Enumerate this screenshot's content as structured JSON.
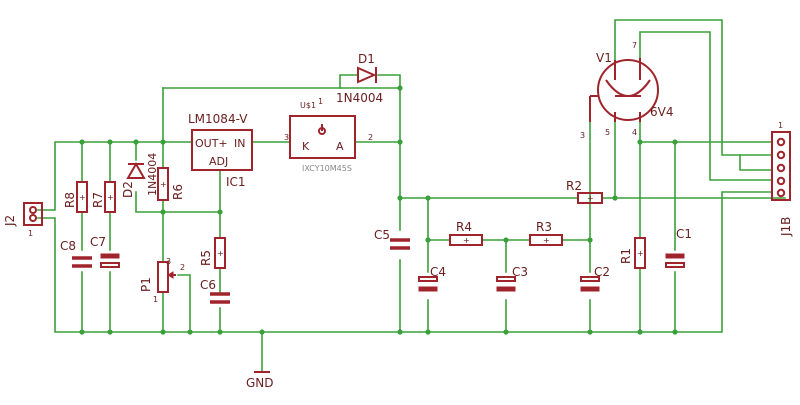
{
  "components": {
    "J2": "J2",
    "R8": "R8",
    "R7": "R7",
    "C8": "C8",
    "C7": "C7",
    "D2": "D2",
    "D2_value": "1N4004",
    "R6": "R6",
    "P1": "P1",
    "IC1": "IC1",
    "IC1_value": "LM1084-V",
    "IC1_pin_out": "OUT+",
    "IC1_pin_in": "IN",
    "IC1_pin_adj": "ADJ",
    "R5": "R5",
    "C6": "C6",
    "U1": "U$1",
    "U1_value": "IXCY10M45S",
    "U1_pin_k": "K",
    "U1_pin_a": "A",
    "D1": "D1",
    "D1_value": "1N4004",
    "C5": "C5",
    "R4": "R4",
    "R3": "R3",
    "C4": "C4",
    "C3": "C3",
    "C2": "C2",
    "R2": "R2",
    "R1": "R1",
    "C1": "C1",
    "V1": "V1",
    "V1_value": "6V4",
    "J1B": "J1B",
    "GND": "GND"
  },
  "pins": {
    "ic_pin_3": "3",
    "ic_pin_2": "2",
    "u1_pin_1": "1",
    "tube_pin_7": "7",
    "tube_pin_3": "3",
    "tube_pin_5": "5",
    "tube_pin_4": "4",
    "pot_pin_3": "3",
    "pot_pin_2": "2",
    "pot_pin_1": "1",
    "j1_pin_1": "1",
    "j2_pin_1": "1"
  },
  "colors": {
    "wire": "#3aa03a",
    "part": "#a0242c",
    "label": "#6a2020"
  }
}
